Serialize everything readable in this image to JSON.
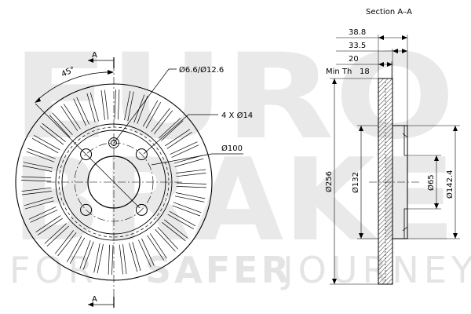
{
  "watermark": {
    "line1": "EURO",
    "line2": "BRAKE",
    "tagline_thin_1": "FOR",
    "tagline_bold": "SAFER",
    "tagline_thin_2": "JOURNEY"
  },
  "section_title": "Section A–A",
  "section_mark": "A",
  "angle_label": "45°",
  "front_view_labels": {
    "hole_diameter": "Ø6.6/Ø12.6",
    "bolt_holes": "4 X Ø14",
    "pcd": "Ø100"
  },
  "section_dimensions": {
    "overall_thickness": "38.8",
    "hat_height": "33.5",
    "disc_thickness": "20",
    "min_thickness_label": "Min Th",
    "min_thickness": "18",
    "outer_diameter": "Ø256",
    "inner_diameter": "Ø132",
    "center_bore": "Ø65",
    "hat_diameter": "Ø142.4"
  },
  "vent_count": 40
}
